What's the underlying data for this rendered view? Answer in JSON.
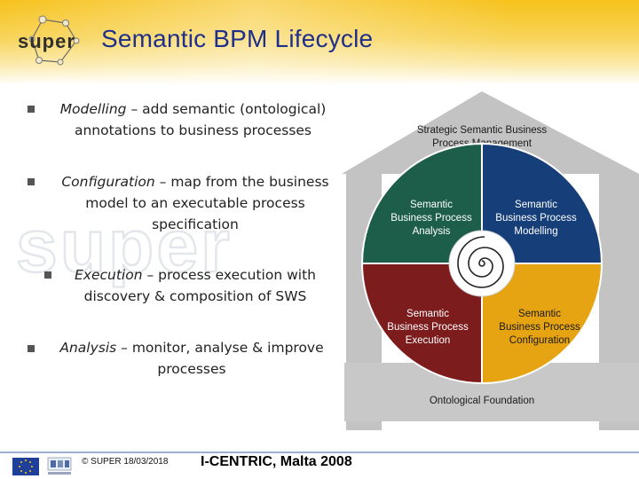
{
  "header": {
    "title": "Semantic BPM Lifecycle",
    "logo_text": "super"
  },
  "watermark": {
    "logo_text": "super"
  },
  "bullets": [
    {
      "term": "Modelling",
      "rest": " – add semantic (ontological) annotations to business processes"
    },
    {
      "term": "Configuration",
      "rest": " – map from the business model to an executable process specification"
    },
    {
      "term": "Execution",
      "rest": " – process execution with discovery & composition of SWS"
    },
    {
      "term": "Analysis",
      "rest": " – monitor, analyse & improve processes"
    }
  ],
  "diagram": {
    "roof_label": [
      "Strategic Semantic Business",
      "Process Management"
    ],
    "foundation_label": "Ontological Foundation",
    "quadrants": {
      "analysis": {
        "lines": [
          "Semantic",
          "Business Process",
          "Analysis"
        ],
        "color": "#1d5e4b"
      },
      "modelling": {
        "lines": [
          "Semantic",
          "Business Process",
          "Modelling"
        ],
        "color": "#163f79"
      },
      "execution": {
        "lines": [
          "Semantic",
          "Business Process",
          "Execution"
        ],
        "color": "#7d1c1d"
      },
      "configuration": {
        "lines": [
          "Semantic",
          "Business Process",
          "Configuration"
        ],
        "color": "#e6a312"
      }
    }
  },
  "footer": {
    "copyright": "© SUPER 18/03/2018",
    "event": "I-CENTRIC, Malta 2008"
  },
  "colors": {
    "header_yellow": "#f6c21b",
    "title_blue": "#1f2f8a",
    "diagram_gray": "#c2c2c2"
  }
}
